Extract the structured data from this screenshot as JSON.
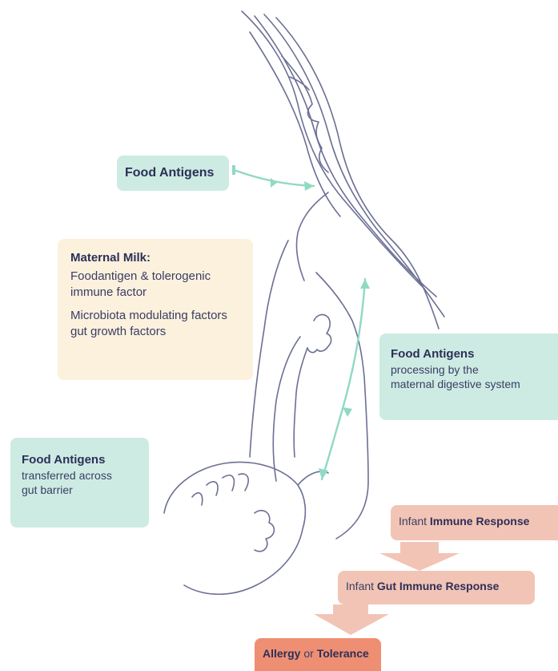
{
  "labels": {
    "top": {
      "title": "Food Antigens"
    },
    "milk": {
      "title": "Maternal Milk:",
      "item1_line1": "Foodantigen & tolerogenic",
      "item1_line2": "immune factor",
      "item2_line1": "Microbiota modulating factors",
      "item2_line2": "gut growth factors"
    },
    "processing": {
      "title": "Food Antigens",
      "line1": "processing by the",
      "line2": "maternal digestive system"
    },
    "transfer": {
      "title": "Food Antigens",
      "line1": "transferred across",
      "line2": "gut barrier"
    }
  },
  "cascade": {
    "immune": {
      "prefix": "Infant ",
      "bold": "Immune Response"
    },
    "gut": {
      "prefix": "Infant ",
      "bold": "Gut Immune Response"
    },
    "outcome": {
      "a": "Allergy",
      "or": " or ",
      "b": "Tolerance"
    }
  },
  "colors": {
    "teal_box": "#cdebe3",
    "cream_box": "#fbf1dd",
    "salmon_box": "#f2c4b6",
    "outcome_box": "#ee8f73",
    "arrow_teal": "#8fd9c5",
    "ink": "#2d2f58"
  }
}
